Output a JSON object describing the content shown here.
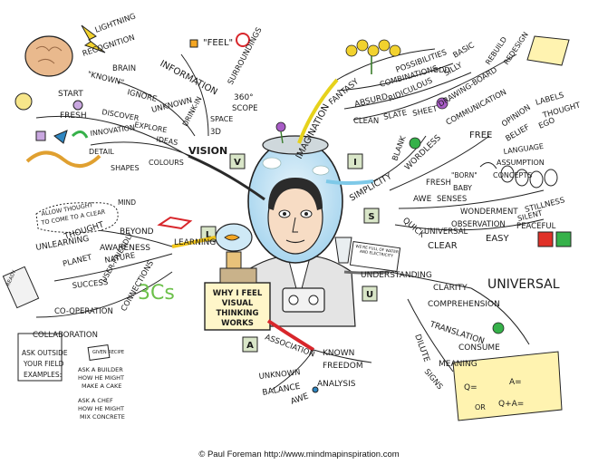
{
  "center": {
    "sign_line1": "WHY I FEEL",
    "sign_line2": "VISUAL",
    "sign_line3": "THINKING",
    "sign_line4": "WORKS",
    "blocks": [
      "V",
      "I",
      "S",
      "U",
      "A",
      "L"
    ],
    "jar_note": "WE'RE FULL OF WATER AND ELECTRICITY"
  },
  "vision": {
    "label": "VISION",
    "information": "INFORMATION",
    "feel": "\"FEEL\"",
    "surroundings": "SURROUNDINGS",
    "deg360": "360°",
    "scope": "SCOPE",
    "space": "SPACE",
    "drink_in": "DRINK-IN",
    "three_d": "3D",
    "unknown": "UNKNOWN",
    "known": "\"KNOWN\"",
    "ignore": "IGNORE",
    "lightning": "LIGHTNING",
    "recognition": "RECOGNITION",
    "brain": "BRAIN",
    "start": "START",
    "fresh": "FRESH",
    "discover": "DISCOVER",
    "explore": "EXPLORE",
    "innovation": "INNOVATION",
    "ideas": "IDEAS",
    "detail": "DETAIL",
    "colours": "COLOURS",
    "shapes": "SHAPES"
  },
  "imagination": {
    "label": "IMAGINATION",
    "fantasy": "FANTASY",
    "possibilities": "POSSIBILITIES",
    "combinations": "COMBINATIONS",
    "odd": "ODD",
    "absurd": "ABSURD",
    "ridiculous": "RIDICULOUS",
    "silly": "SILLY",
    "basic": "BASIC",
    "rebuild": "REBUILD",
    "redesign": "REDESIGN",
    "clean": "CLEAN",
    "slate": "SLATE",
    "sheet": "SHEET",
    "drawing_board": "DRAWING-BOARD"
  },
  "simplicity": {
    "label": "SIMPLICITY",
    "blank": "BLANK",
    "wordless": "WORDLESS",
    "communication": "COMMUNICATION",
    "free": "FREE",
    "opinion": "OPINION",
    "labels": "LABELS",
    "thought": "THOUGHT",
    "belief": "BELIEF",
    "ego": "EGO",
    "language": "LANGUAGE",
    "assumption": "ASSUMPTION",
    "concepts": "CONCEPTS",
    "fresh": "FRESH",
    "born": "\"BORN\"",
    "baby": "BABY",
    "awe": "AWE",
    "senses": "SENSES",
    "wonderment": "WONDERMENT",
    "quick": "QUICK",
    "observation": "OBSERVATION",
    "silent": "SILENT",
    "stillness": "STILLNESS",
    "peaceful": "PEACEFUL",
    "universal": "UNIVERSAL",
    "clear": "CLEAR",
    "easy": "EASY"
  },
  "understanding": {
    "label": "UNDERSTANDING",
    "clarity": "CLARITY",
    "universal": "UNIVERSAL",
    "comprehension": "COMPREHENSION",
    "translation": "TRANSLATION",
    "dilute": "DILUTE",
    "consume": "CONSUME",
    "meaning": "MEANING",
    "signs": "SIGNS",
    "equation1": "Q=",
    "equation2": "A=",
    "equation_or": "OR",
    "equation3": "Q+A="
  },
  "association": {
    "label": "ASSOCIATION",
    "known": "KNOWN",
    "freedom": "FREEDOM",
    "unknown": "UNKNOWN",
    "balance": "BALANCE",
    "awe": "AWE",
    "analysis": "ANALYSIS"
  },
  "learning": {
    "label": "LEARNING",
    "allow_line1": "ALLOW THOUGHT",
    "allow_line2": "TO COME TO A CLEAR",
    "mind": "MIND",
    "thought": "THOUGHT",
    "beyond": "BEYOND",
    "unlearning": "UNLEARNING",
    "awareness": "AWARENESS",
    "planet": "PLANET",
    "nature": "NATURE",
    "success": "SUCCESS",
    "user_friendly": "USER-FRIENDLY",
    "three_cs": "3Cs",
    "cooperation": "CO-OPERATION",
    "connections": "CONNECTIONS",
    "collaboration": "COLLABORATION",
    "ask_outside": "ASK OUTSIDE",
    "your_field": "YOUR FIELD",
    "examples": "EXAMPLES:",
    "given_recipe": "GIVEN RECIPE",
    "ask_builder1": "ASK A BUILDER",
    "ask_builder2": "HOW HE MIGHT",
    "ask_builder3": "MAKE A CAKE",
    "ask_chef1": "ASK A CHEF",
    "ask_chef2": "HOW HE MIGHT",
    "ask_chef3": "MIX CONCRETE",
    "ready": "READY"
  },
  "footer": "© Paul Foreman http://www.mindmapinspiration.com",
  "colors": {
    "ink": "#1a1a1a",
    "vision_branch": "#2a2a2a",
    "imagination_branch": "#e6d21c",
    "simplicity_branch": "#7ec9e8",
    "association_branch": "#d8262b",
    "learning_branch": "#f0c419",
    "understanding_branch": "#6b6b6b",
    "lightning": "#f2d22e",
    "brain": "#e9b98d",
    "green_square": "#36b14a",
    "red_square": "#e03128",
    "purple_flower": "#a85cc6",
    "sign_board": "#fff6c9",
    "block": "#d9e6c8"
  }
}
